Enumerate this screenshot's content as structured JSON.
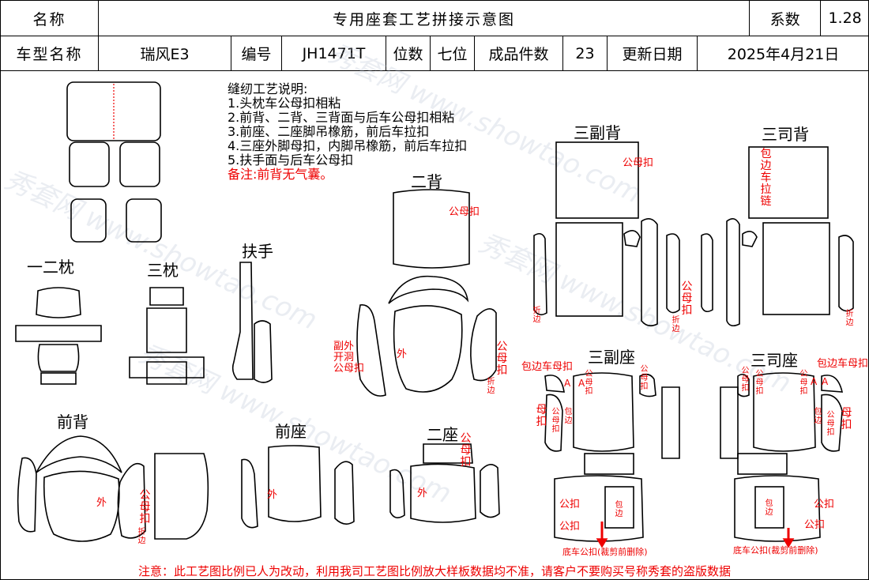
{
  "header": {
    "name_label": "名称",
    "title": "专用座套工艺拼接示意图",
    "coef_label": "系数",
    "coef_value": "1.28",
    "model_label": "车型名称",
    "model_value": "瑞风E3",
    "code_label": "编号",
    "code_value": "JH1471T",
    "seats_label": "位数",
    "seats_value": "七位",
    "pieces_label": "成品件数",
    "pieces_value": "23",
    "date_label": "更新日期",
    "date_value": "2025年4月21日"
  },
  "notes": {
    "heading": "缝纫工艺说明:",
    "items": [
      "1.头枕车公母扣相粘",
      "2.前背、二背、三背面与后车公母扣相粘",
      "3.前座、二座脚吊橡筋，前后车拉扣",
      "4.三座外脚母扣，内脚吊橡筋，前后车拉扣",
      "5.扶手面与后车公母扣"
    ],
    "remark": "备注:前背无气囊。"
  },
  "sections": {
    "headrest12": "一二枕",
    "headrest3": "三枕",
    "armrest": "扶手",
    "back2": "二背",
    "back3p": "三副背",
    "back3d": "三司背",
    "front_back": "前背",
    "front_seat": "前座",
    "seat2": "二座",
    "seat3p": "三副座",
    "seat3d": "三司座"
  },
  "marks": {
    "male_female": "公母扣",
    "outer": "外",
    "fold": "折边",
    "wrap": "包边",
    "wrap_zip": "包边车拉链",
    "side_hole": "副外开洞",
    "female": "母扣",
    "wrap_female": "包边车母扣",
    "male": "公扣",
    "bottom_male": "底车公扣(裁剪前删除)",
    "a": "A"
  },
  "footer": "注意：此工艺图比例已人为改动，利用我司工艺图比例放大样板数据均不准，请客户不要购买号称秀套的盗版数据",
  "watermark": "秀套网 www.showtao.com"
}
